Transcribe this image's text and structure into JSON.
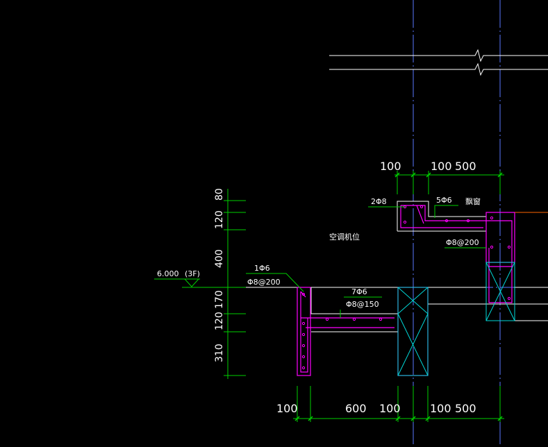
{
  "colors": {
    "background": "#000000",
    "axis": "#5a78ff",
    "dimension": "#00d000",
    "outline": "#ffffff",
    "rebar": "#ff00ff",
    "column": "#00d8d8",
    "accent": "#ff6600"
  },
  "dims": {
    "top_left_100": "100",
    "top_100": "100",
    "top_500": "500",
    "bot_100_a": "100",
    "bot_600": "600",
    "bot_100_b": "100",
    "bot_100_c": "100",
    "bot_500": "500",
    "v_80": "80",
    "v_120a": "120",
    "v_400": "400",
    "v_170": "170",
    "v_120b": "120",
    "v_310": "310"
  },
  "labels": {
    "upper_bars": "2Φ8",
    "upper_long": "5Φ6",
    "upper_note": "飘窗",
    "upper_stirrup": "Φ8@200",
    "center_note": "空调机位",
    "level": "6.000",
    "floor": "(3F)",
    "left_long": "1Φ6",
    "left_stirrup": "Φ8@200",
    "mid_long": "7Φ6",
    "mid_stirrup": "Φ8@150"
  }
}
